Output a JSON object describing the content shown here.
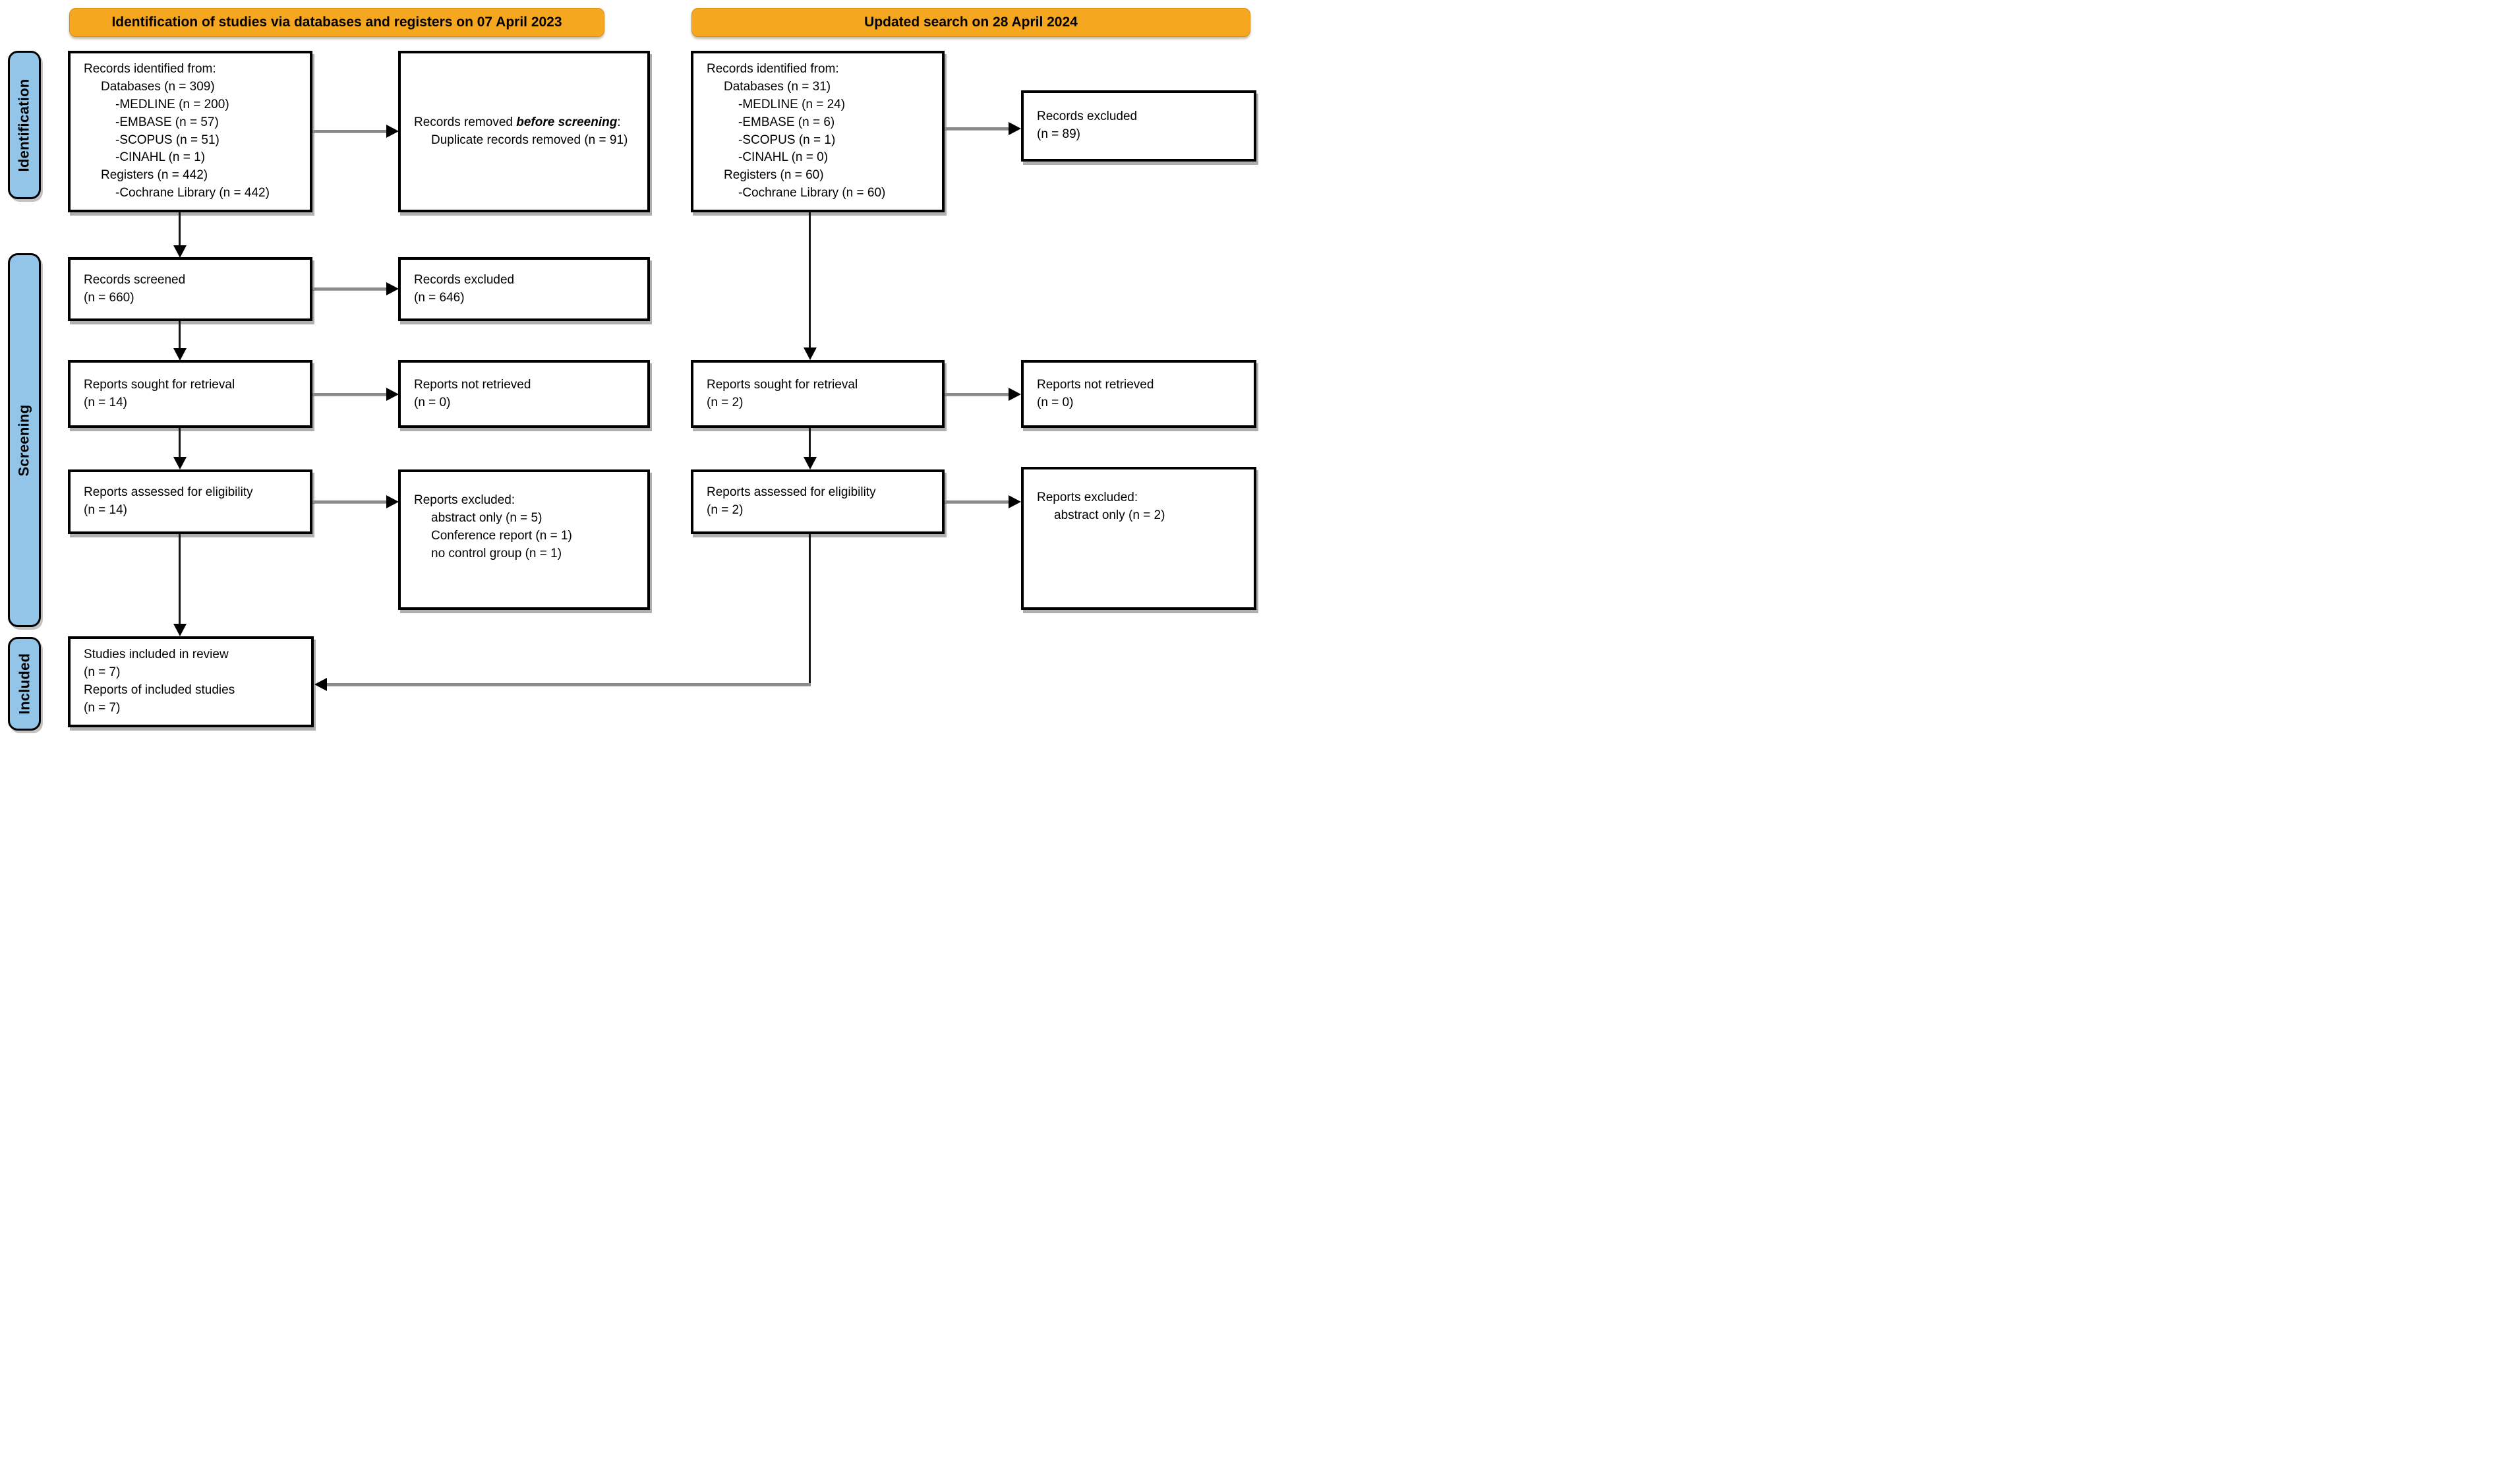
{
  "banners": {
    "left": "Identification of studies via databases and registers on 07 April 2023",
    "right": "Updated search on 28 April 2024"
  },
  "stages": {
    "identification": "Identification",
    "screening": "Screening",
    "included": "Included"
  },
  "colors": {
    "banner_fill": "#F5A71F",
    "stage_fill": "#92C5E8",
    "box_background": "#FFFFFF",
    "box_border": "#000000",
    "connector_line": "#8A8A8A",
    "arrowhead": "#000000",
    "text": "#000000"
  },
  "left_flow": {
    "identified": {
      "lines": [
        "Records identified from:",
        "Databases (n = 309)",
        "-MEDLINE (n = 200)",
        "-EMBASE (n = 57)",
        "-SCOPUS (n = 51)",
        "-CINAHL (n = 1)",
        "Registers (n = 442)",
        "-Cochrane Library (n = 442)"
      ]
    },
    "removed": {
      "prefix": "Records removed ",
      "emphasis": "before screening",
      "suffix": ":",
      "detail": "Duplicate records removed (n = 91)"
    },
    "screened": {
      "line1": "Records screened",
      "line2": "(n = 660)"
    },
    "screen_excluded": {
      "line1": "Records excluded",
      "line2": "(n = 646)"
    },
    "sought": {
      "line1": "Reports sought for retrieval",
      "line2": "(n = 14)"
    },
    "not_retrieved": {
      "line1": "Reports not retrieved",
      "line2": "(n = 0)"
    },
    "assessed": {
      "line1": "Reports assessed for eligibility",
      "line2": "(n = 14)"
    },
    "excluded": {
      "title": "Reports excluded:",
      "reasons": [
        "abstract only (n = 5)",
        "Conference report (n = 1)",
        "no control group (n = 1)"
      ]
    }
  },
  "right_flow": {
    "identified": {
      "lines": [
        "Records identified from:",
        "Databases (n = 31)",
        "-MEDLINE (n = 24)",
        "-EMBASE (n = 6)",
        "-SCOPUS (n = 1)",
        "-CINAHL (n = 0)",
        "Registers (n = 60)",
        "-Cochrane Library (n = 60)"
      ]
    },
    "excluded89": {
      "line1": "Records excluded",
      "line2": "(n = 89)"
    },
    "sought": {
      "line1": "Reports sought for retrieval",
      "line2": "(n = 2)"
    },
    "not_retrieved": {
      "line1": "Reports not retrieved",
      "line2": "(n = 0)"
    },
    "assessed": {
      "line1": "Reports assessed for eligibility",
      "line2": "(n = 2)"
    },
    "excluded": {
      "title": "Reports excluded:",
      "reasons": [
        "abstract only (n = 2)"
      ]
    }
  },
  "included_box": {
    "lines": [
      "Studies included in review",
      "(n = 7)",
      "Reports of included studies",
      "(n = 7)"
    ]
  }
}
